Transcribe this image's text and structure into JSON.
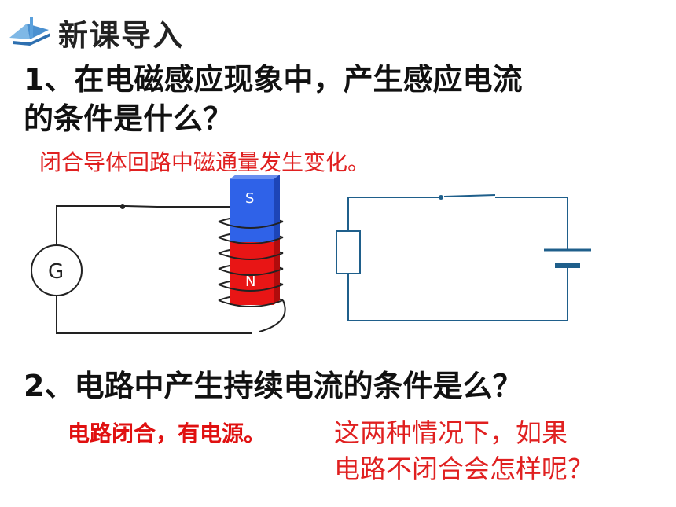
{
  "header": {
    "icon": "book-icon",
    "title": "新课导入"
  },
  "question1": {
    "line1": "1、在电磁感应现象中，产生感应电流",
    "line2": "的条件是什么？",
    "answer": "闭合导体回路中磁通量发生变化。"
  },
  "diagram1": {
    "meter_label": "G",
    "magnet_top_label": "S",
    "magnet_bottom_label": "N",
    "colors": {
      "south": "#2f62e8",
      "north": "#e81515",
      "wire": "#222222"
    }
  },
  "diagram2": {
    "colors": {
      "wire": "#1f5f8b"
    }
  },
  "question2": {
    "text": "2、电路中产生持续电流的条件是么？",
    "answer": "电路闭合，有电源。",
    "note_line1": "这两种情况下，如果",
    "note_line2": "电路不闭合会怎样呢？"
  }
}
